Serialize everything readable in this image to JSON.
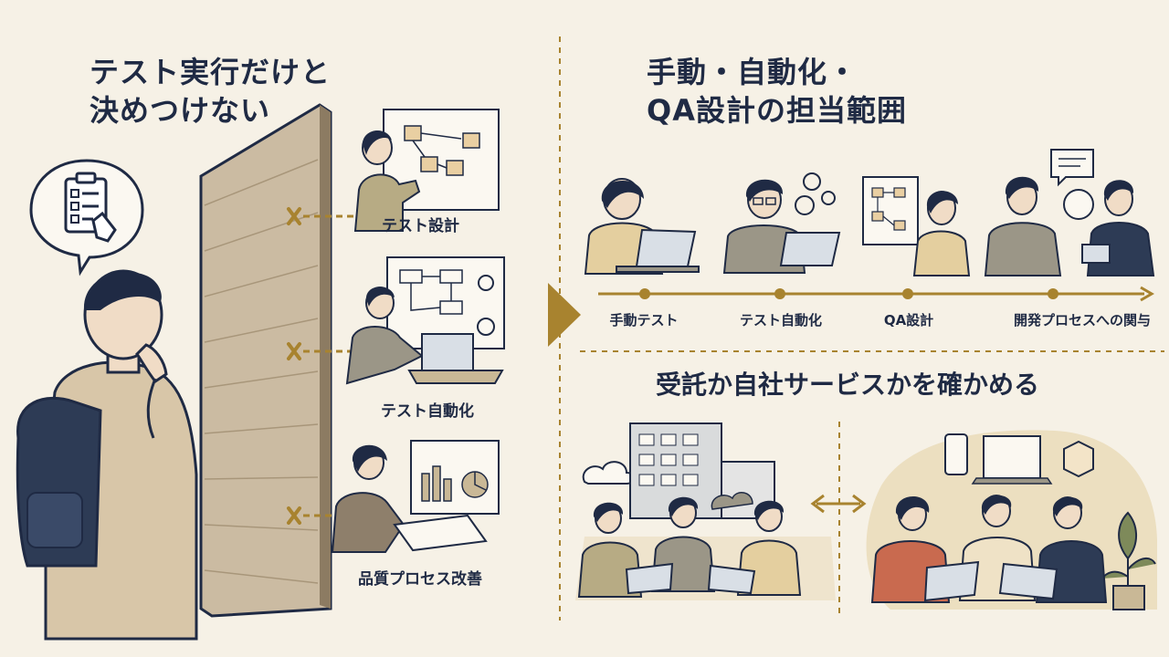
{
  "left": {
    "title_line1": "テスト実行だけと",
    "title_line2": "決めつけない",
    "roles": [
      {
        "label": "テスト設計"
      },
      {
        "label": "テスト自動化"
      },
      {
        "label": "品質プロセス改善"
      }
    ]
  },
  "right_top": {
    "title_line1": "手動・自動化・",
    "title_line2": "QA設計の担当範囲",
    "timeline": [
      {
        "label": "手動テスト"
      },
      {
        "label": "テスト自動化"
      },
      {
        "label": "QA設計"
      },
      {
        "label": "開発プロセスへの関与"
      }
    ]
  },
  "right_bottom": {
    "title": "受託か自社サービスかを確かめる"
  },
  "colors": {
    "background": "#f6f1e6",
    "navy": "#1f2a44",
    "gold": "#a8832f",
    "wall": "#cbbba2"
  }
}
